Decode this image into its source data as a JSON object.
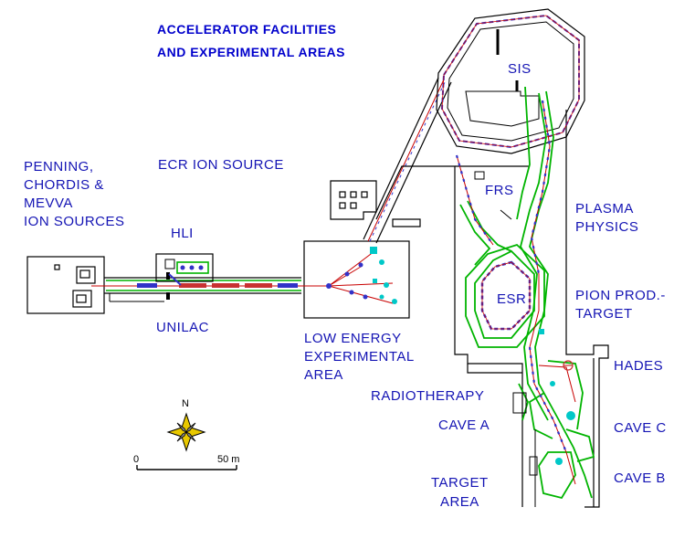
{
  "title": {
    "line1": "ACCELERATOR FACILITIES",
    "line2": "AND EXPERIMENTAL AREAS"
  },
  "labels": {
    "penning": [
      "PENNING,",
      "CHORDIS &",
      "MEVVA",
      "ION SOURCES"
    ],
    "ecr": "ECR ION SOURCE",
    "hli": "HLI",
    "unilac": "UNILAC",
    "low_energy": [
      "LOW ENERGY",
      "EXPERIMENTAL",
      "AREA"
    ],
    "sis": "SIS",
    "frs": "FRS",
    "plasma": [
      "PLASMA",
      "PHYSICS"
    ],
    "esr": "ESR",
    "pion": [
      "PION PROD.-",
      "TARGET"
    ],
    "hades": "HADES",
    "radiotherapy": "RADIOTHERAPY",
    "cave_a": "CAVE A",
    "cave_c": "CAVE C",
    "cave_b": "CAVE B",
    "target": [
      "TARGET",
      "AREA"
    ]
  },
  "compass": {
    "north": "N"
  },
  "scale": {
    "start": "0",
    "end": "50 m"
  },
  "colors": {
    "label_text": "#1414b4",
    "title_text": "#0000cc",
    "walls": "#000000",
    "beamline": "#00b400",
    "magnets": "#3232c8",
    "beam_path": "#c80000",
    "detectors": "#00c8c8",
    "compass_fill": "#e8c800"
  }
}
